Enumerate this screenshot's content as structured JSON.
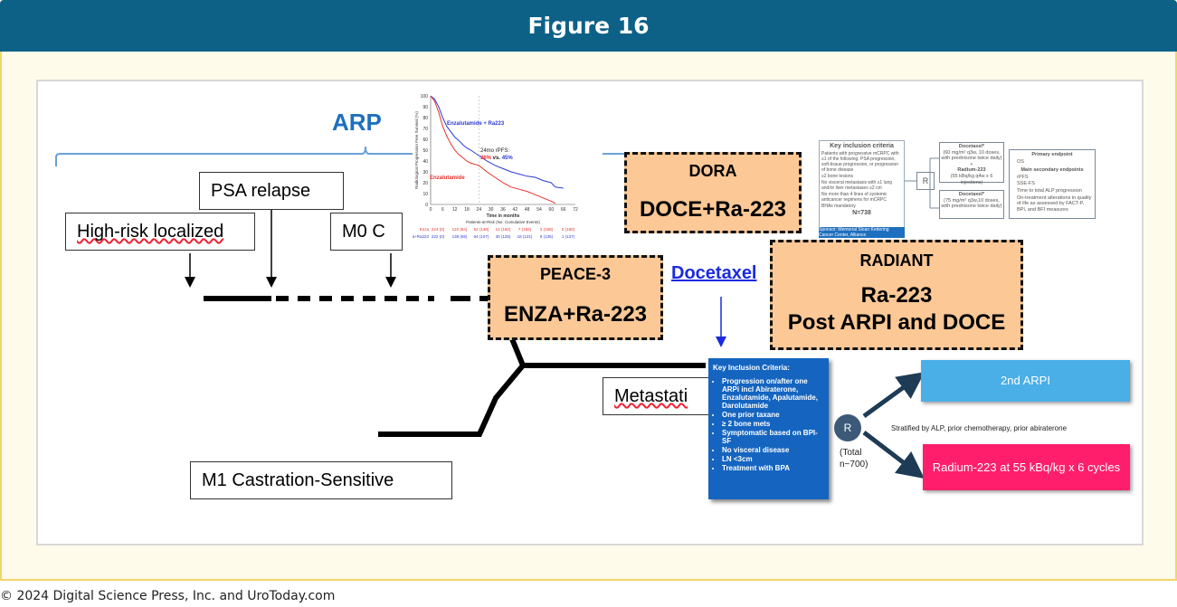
{
  "header": {
    "title": "Figure 16"
  },
  "footer": {
    "copyright": "© 2024 Digital Science Press, Inc. and UroToday.com"
  },
  "timeline": {
    "arpi_label": "ARP",
    "stages": {
      "high_risk": "High-risk localized",
      "psa_relapse": "PSA relapse",
      "m0": "M0 C",
      "metastatic": "Metastati",
      "m1": "M1 Castration-Sensitive"
    },
    "docetaxel": "Docetaxel"
  },
  "trials": {
    "dora": {
      "name": "DORA",
      "regimen": "DOCE+Ra-223"
    },
    "peace3": {
      "name": "PEACE-3",
      "regimen": "ENZA+Ra-223"
    },
    "radiant": {
      "name": "RADIANT",
      "regimen_line1": "Ra-223",
      "regimen_line2": "Post ARPI and DOCE"
    }
  },
  "km_plot": {
    "ylabel": "Radiological Progression Free Survival (%)",
    "xlabel": "Time in months",
    "yticks": [
      "100",
      "90",
      "80",
      "70",
      "60",
      "50",
      "40",
      "30",
      "20",
      "10",
      "0"
    ],
    "xticks": [
      "0",
      "6",
      "12",
      "18",
      "24",
      "30",
      "36",
      "42",
      "48",
      "54",
      "60",
      "66",
      "72"
    ],
    "series_combo": "Enzalutamide + Ra223",
    "series_enza": "Enzalutamide",
    "annotation_line1": "24mo rPFS:",
    "annotation_red": "36%",
    "annotation_mid": " vs. ",
    "annotation_blue": "45%",
    "risk_title": "Patients-at-Risk (No. Cumulative Events)",
    "risk_rows": [
      {
        "label": "Enza",
        "values": [
          "224 (0)",
          "122 (84)",
          "52 (138)",
          "13 (150)",
          "7 (155)",
          "3 (158)",
          "0 (160)"
        ]
      },
      {
        "label": "Enza+Ra223",
        "values": [
          "222 (0)",
          "138 (65)",
          "64 (107)",
          "30 (125)",
          "18 (131)",
          "8 (135)",
          "1 (137)"
        ]
      }
    ]
  },
  "km_colors": {
    "combo": "#2b3bd6",
    "enza": "#e8302b"
  },
  "dora_schema": {
    "inclusion_title": "Key inclusion criteria",
    "inclusion_items": [
      "Patients with progressive mCRPC with ≥1 of the following: PSA progression, soft-tissue progression, or progression of bone disease",
      "≥2 bone lesions",
      "No visceral metastasis with ≥1 lung and/or liver metastases ≥2 cm",
      "No more than 4 lines of systemic anticancer regimens for mCRPC",
      "BHAs mandatory"
    ],
    "n": "N=738",
    "sponsor": "Sponsor: Memorial Sloan Kettering Cancer Center, Alliance",
    "randomize": "R",
    "arm1_title": "Docetaxel*",
    "arm1_text": "(60 mg/m² q3w, 10 doses, with prednisone twice daily)",
    "arm1_plus": "+",
    "arm1_title2": "Radium-223",
    "arm1_text2": "(55 kBq/kg q4w x 6 injections)",
    "arm2_title": "Docetaxel*",
    "arm2_text": "(75 mg/m² q3w,10 doses, with prednisone twice daily)",
    "endpoint_title": "Primary endpoint",
    "endpoint_items": [
      "OS"
    ],
    "secondary_title": "Main secondary endpoints",
    "secondary_items": [
      "rPFS",
      "SSE-FS",
      "Time to total ALP progression",
      "On-treatment alterations in quality of life as assessed by FACT-P, BPI, and BFI measures"
    ]
  },
  "radiant_schema": {
    "criteria_title": "Key Inclusion Criteria:",
    "criteria": [
      "Progression on/after one ARPi incl Abiraterone, Enzalutamide, Apalutamide, Darolutamide",
      "One prior taxane",
      "≥ 2 bone mets",
      "Symptomatic based on BPI-SF",
      "No visceral disease",
      "LN <3cm",
      "Treatment with BPA"
    ],
    "randomize": "R",
    "total_line1": "(Total",
    "total_line2": "n~700)",
    "stratified": "Stratified by ALP, prior chemotherapy, prior abiraterone",
    "arm1": "2nd ARPI",
    "arm2": "Radium-223 at 55 kBq/kg x 6 cycles"
  }
}
